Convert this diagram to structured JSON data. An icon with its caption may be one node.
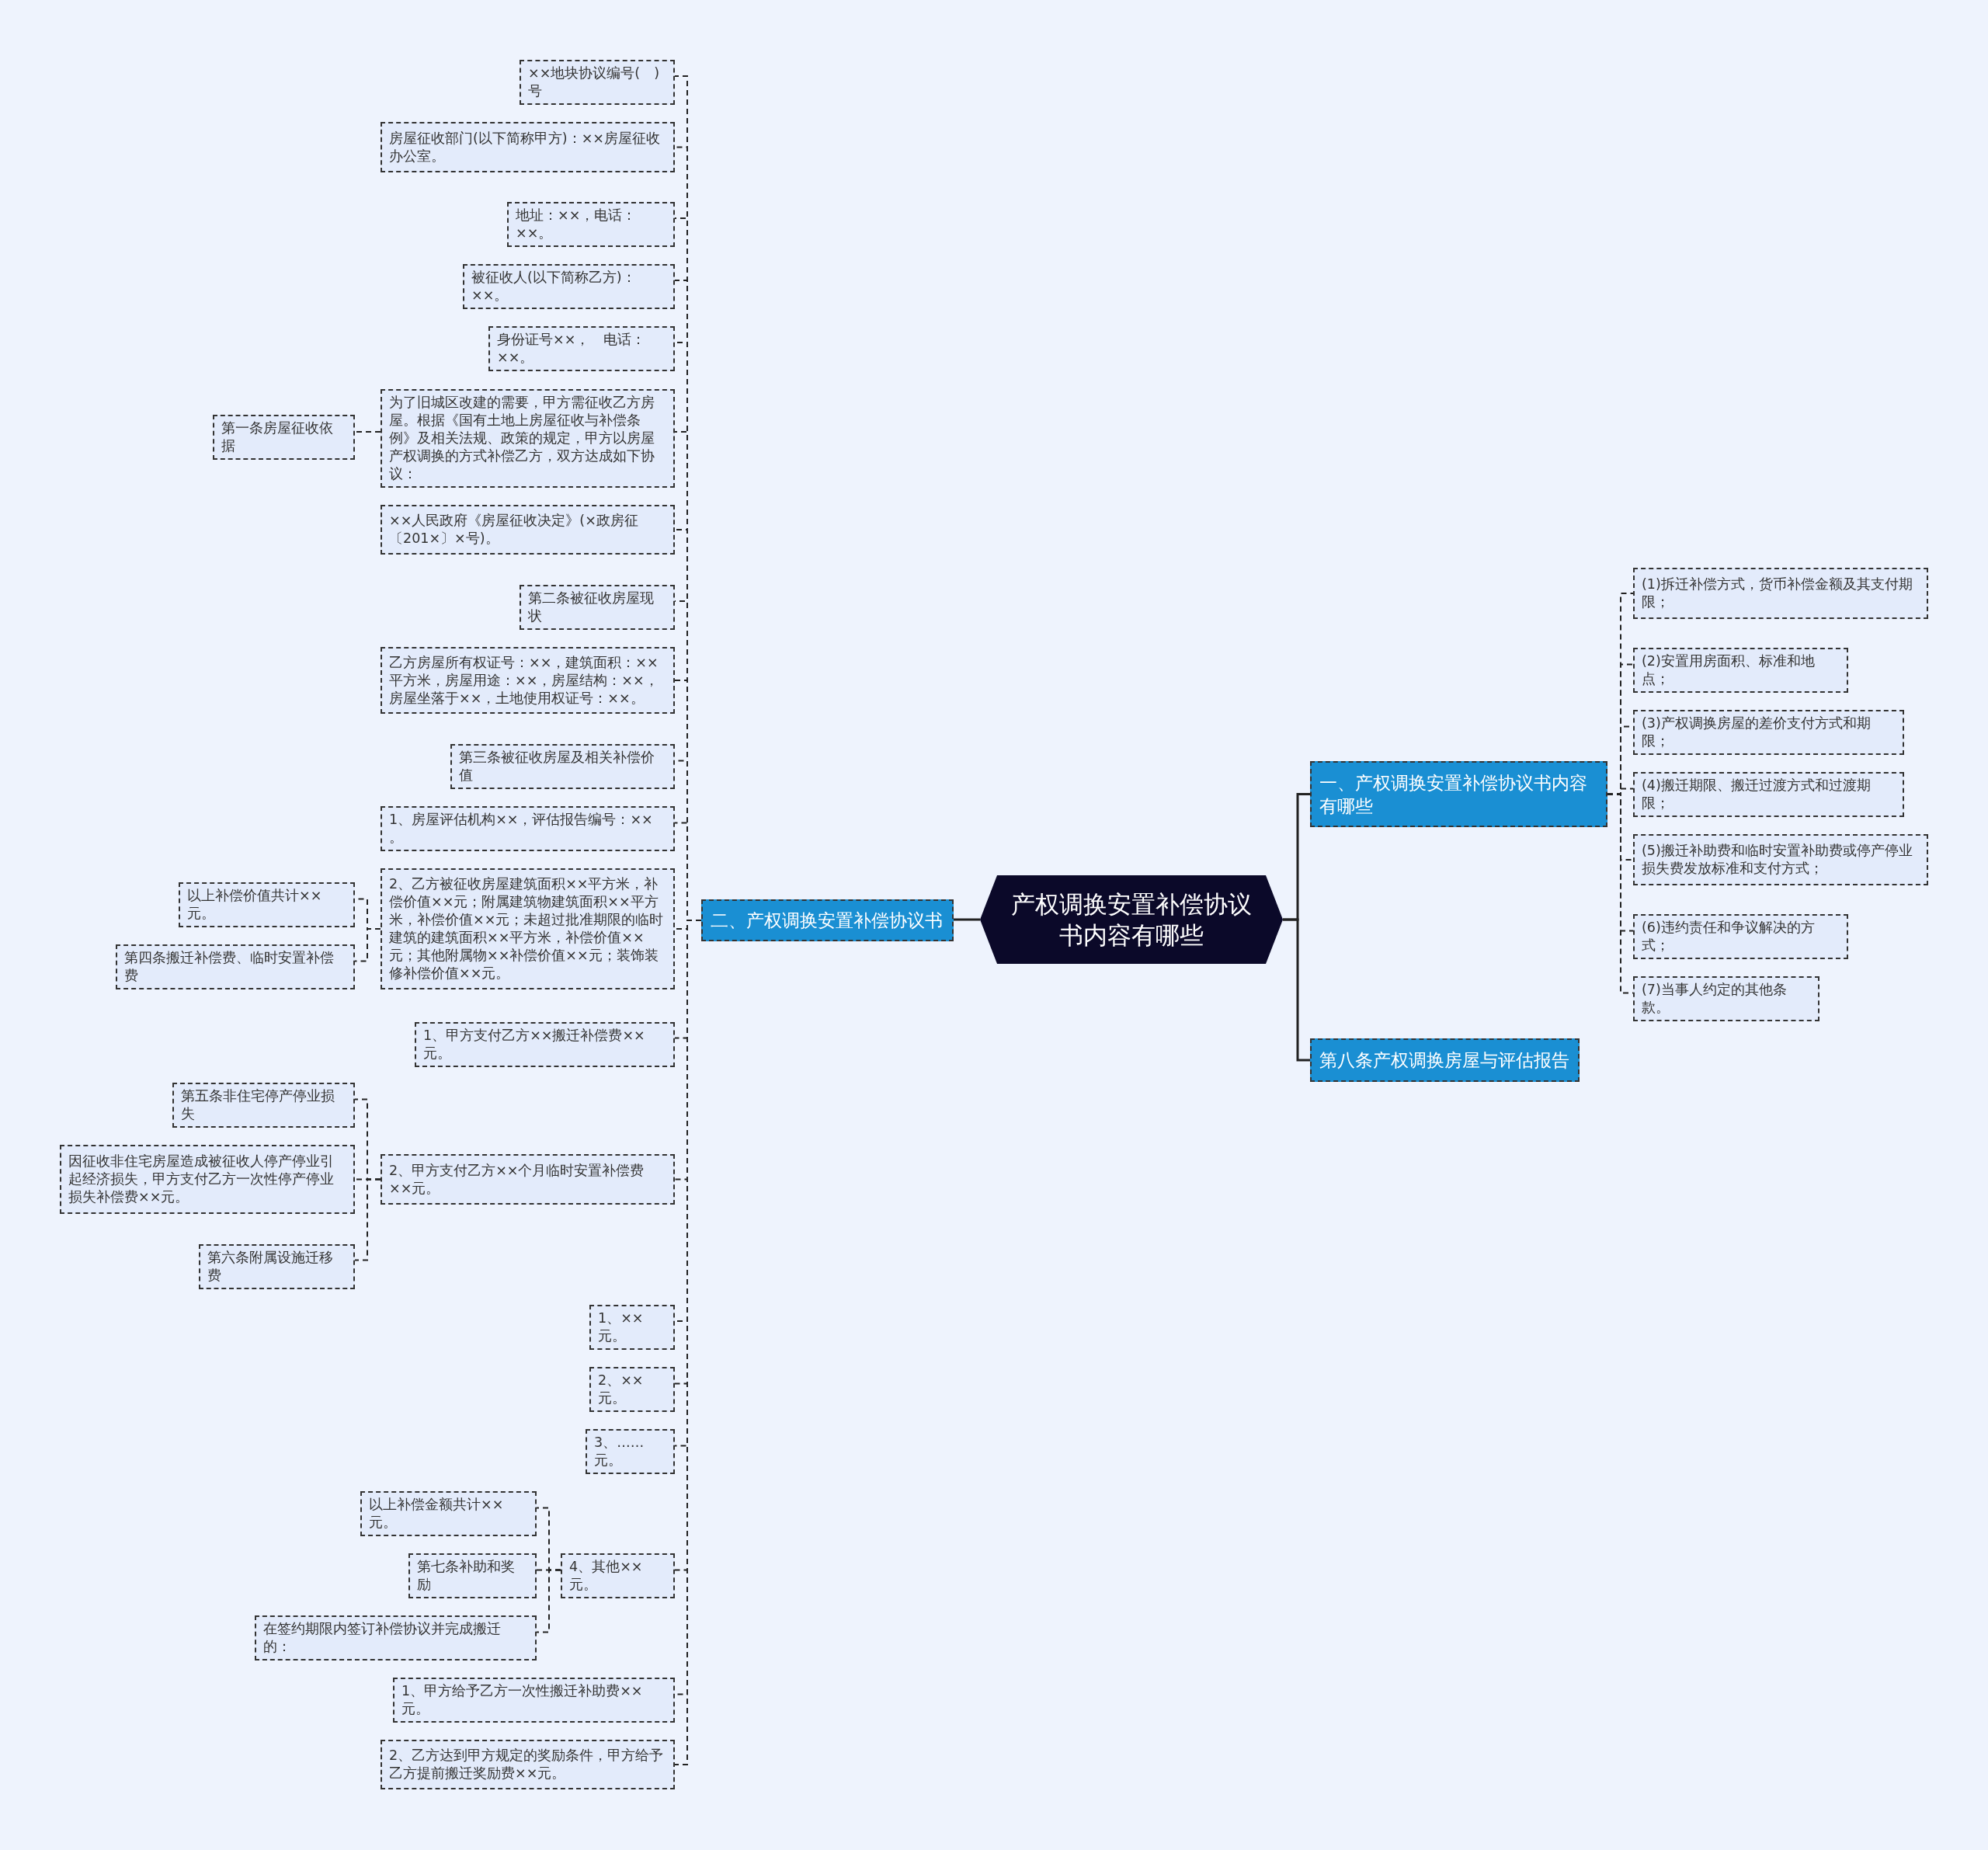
{
  "diagram": {
    "nodes": [
      {
        "text": [
          "产权调换安置补偿协议书内容有哪些"
        ]
      },
      {
        "text": [
          "二、产权调换安置补偿协议书"
        ]
      },
      {
        "text": [
          "一、产权调换安置补偿协议书内容有哪些"
        ]
      },
      {
        "text": [
          "第八条产权调换房屋与评估报告"
        ]
      },
      {
        "text": [
          "(1)拆迁补偿方式，货币补偿金额及其支付期限；"
        ]
      },
      {
        "text": [
          "(2)安置用房面积、标准和地点；"
        ]
      },
      {
        "text": [
          "(3)产权调换房屋的差价支付方式和期限；"
        ]
      },
      {
        "text": [
          "(4)搬迁期限、搬迁过渡方式和过渡期限；"
        ]
      },
      {
        "text": [
          "(5)搬迁补助费和临时安置补助费或停产停业损失费发放标准和支付方式；"
        ]
      },
      {
        "text": [
          "(6)违约责任和争议解决的方式；"
        ]
      },
      {
        "text": [
          "(7)当事人约定的其他条款。"
        ]
      },
      {
        "text": [
          "××地块协议编号(　)号"
        ]
      },
      {
        "text": [
          "房屋征收部门(以下简称甲方)：××房屋征收办公室。"
        ]
      },
      {
        "text": [
          "地址：××，电话：××。"
        ]
      },
      {
        "text": [
          "被征收人(以下简称乙方)：××。"
        ]
      },
      {
        "text": [
          "身份证号××，　电话：××。"
        ]
      },
      {
        "text": [
          "为了旧城区改建的需要，甲方需征收乙方房屋。根据《国有土地上房屋征收与补偿条例》及相关法规、政策的规定，甲方以房屋产权调换的方式补偿乙方，双方达成如下协议："
        ]
      },
      {
        "text": [
          "第一条房屋征收依据"
        ]
      },
      {
        "text": [
          "××人民政府《房屋征收决定》(×政房征〔201×〕×号)。"
        ]
      },
      {
        "text": [
          "第二条被征收房屋现状"
        ]
      },
      {
        "text": [
          "乙方房屋所有权证号：××，建筑面积：××平方米，房屋用途：××，房屋结构：××，房屋坐落于××，土地使用权证号：××。"
        ]
      },
      {
        "text": [
          "第三条被征收房屋及相关补偿价值"
        ]
      },
      {
        "text": [
          "1、房屋评估机构××，评估报告编号：×× 。"
        ]
      },
      {
        "text": [
          "2、乙方被征收房屋建筑面积××平方米，补偿价值××元；附属建筑物建筑面积××平方米，补偿价值××元；未超过批准期限的临时建筑的建筑面积××平方米，补偿价值××元；其他附属物××补偿价值××元；装饰装修补偿价值××元。"
        ]
      },
      {
        "text": [
          "以上补偿价值共计××元。"
        ]
      },
      {
        "text": [
          "第四条搬迁补偿费、临时安置补偿费"
        ]
      },
      {
        "text": [
          "1、甲方支付乙方××搬迁补偿费××元。"
        ]
      },
      {
        "text": [
          "2、甲方支付乙方××个月临时安置补偿费××元。"
        ]
      },
      {
        "text": [
          "第五条非住宅停产停业损失"
        ]
      },
      {
        "text": [
          "因征收非住宅房屋造成被征收人停产停业引起经济损失，甲方支付乙方一次性停产停业损失补偿费××元。"
        ]
      },
      {
        "text": [
          "第六条附属设施迁移费"
        ]
      },
      {
        "text": [
          "1、××元。"
        ]
      },
      {
        "text": [
          "2、××元。"
        ]
      },
      {
        "text": [
          "3、……元。"
        ]
      },
      {
        "text": [
          "4、其他××元。"
        ]
      },
      {
        "text": [
          "以上补偿金额共计××元。"
        ]
      },
      {
        "text": [
          "第七条补助和奖励"
        ]
      },
      {
        "text": [
          "在签约期限内签订补偿协议并完成搬迁的："
        ]
      },
      {
        "text": [
          "1、甲方给予乙方一次性搬迁补助费××元。"
        ]
      },
      {
        "text": [
          "2、乙方达到甲方规定的奖励条件，甲方给予乙方提前搬迁奖励费××元。"
        ]
      }
    ],
    "edges": [
      {
        "from": 0,
        "to": 1,
        "arrow": "none"
      },
      {
        "from": 0,
        "to": 2,
        "arrow": "none"
      },
      {
        "from": 0,
        "to": 3,
        "arrow": "none"
      },
      {
        "from": 2,
        "to": 4,
        "arrow": "none",
        "style": "dashed"
      },
      {
        "from": 2,
        "to": 5,
        "arrow": "none",
        "style": "dashed"
      },
      {
        "from": 2,
        "to": 6,
        "arrow": "none",
        "style": "dashed"
      },
      {
        "from": 2,
        "to": 7,
        "arrow": "none",
        "style": "dashed"
      },
      {
        "from": 2,
        "to": 8,
        "arrow": "none",
        "style": "dashed"
      },
      {
        "from": 2,
        "to": 9,
        "arrow": "none",
        "style": "dashed"
      },
      {
        "from": 2,
        "to": 10,
        "arrow": "none",
        "style": "dashed"
      },
      {
        "from": 1,
        "to": 11,
        "arrow": "none",
        "style": "dashed"
      },
      {
        "from": 1,
        "to": 12,
        "arrow": "none",
        "style": "dashed"
      },
      {
        "from": 1,
        "to": 13,
        "arrow": "none",
        "style": "dashed"
      },
      {
        "from": 1,
        "to": 14,
        "arrow": "none",
        "style": "dashed"
      },
      {
        "from": 1,
        "to": 15,
        "arrow": "none",
        "style": "dashed"
      },
      {
        "from": 1,
        "to": 16,
        "arrow": "none",
        "style": "dashed"
      },
      {
        "from": 16,
        "to": 17,
        "arrow": "none",
        "style": "dashed"
      },
      {
        "from": 1,
        "to": 18,
        "arrow": "none",
        "style": "dashed"
      },
      {
        "from": 1,
        "to": 19,
        "arrow": "none",
        "style": "dashed"
      },
      {
        "from": 1,
        "to": 20,
        "arrow": "none",
        "style": "dashed"
      },
      {
        "from": 1,
        "to": 21,
        "arrow": "none",
        "style": "dashed"
      },
      {
        "from": 1,
        "to": 22,
        "arrow": "none",
        "style": "dashed"
      },
      {
        "from": 1,
        "to": 23,
        "arrow": "none",
        "style": "dashed"
      },
      {
        "from": 23,
        "to": 24,
        "arrow": "none",
        "style": "dashed"
      },
      {
        "from": 23,
        "to": 25,
        "arrow": "none",
        "style": "dashed"
      },
      {
        "from": 1,
        "to": 26,
        "arrow": "none",
        "style": "dashed"
      },
      {
        "from": 1,
        "to": 27,
        "arrow": "none",
        "style": "dashed"
      },
      {
        "from": 27,
        "to": 28,
        "arrow": "none",
        "style": "dashed"
      },
      {
        "from": 27,
        "to": 29,
        "arrow": "none",
        "style": "dashed"
      },
      {
        "from": 27,
        "to": 30,
        "arrow": "none",
        "style": "dashed"
      },
      {
        "from": 1,
        "to": 31,
        "arrow": "none",
        "style": "dashed"
      },
      {
        "from": 1,
        "to": 32,
        "arrow": "none",
        "style": "dashed"
      },
      {
        "from": 1,
        "to": 33,
        "arrow": "none",
        "style": "dashed"
      },
      {
        "from": 1,
        "to": 34,
        "arrow": "none",
        "style": "dashed"
      },
      {
        "from": 34,
        "to": 35,
        "arrow": "none",
        "style": "dashed"
      },
      {
        "from": 34,
        "to": 36,
        "arrow": "none",
        "style": "dashed"
      },
      {
        "from": 34,
        "to": 37,
        "arrow": "none",
        "style": "dashed"
      },
      {
        "from": 1,
        "to": 38,
        "arrow": "none",
        "style": "dashed"
      },
      {
        "from": 1,
        "to": 39,
        "arrow": "none",
        "style": "dashed"
      }
    ]
  }
}
